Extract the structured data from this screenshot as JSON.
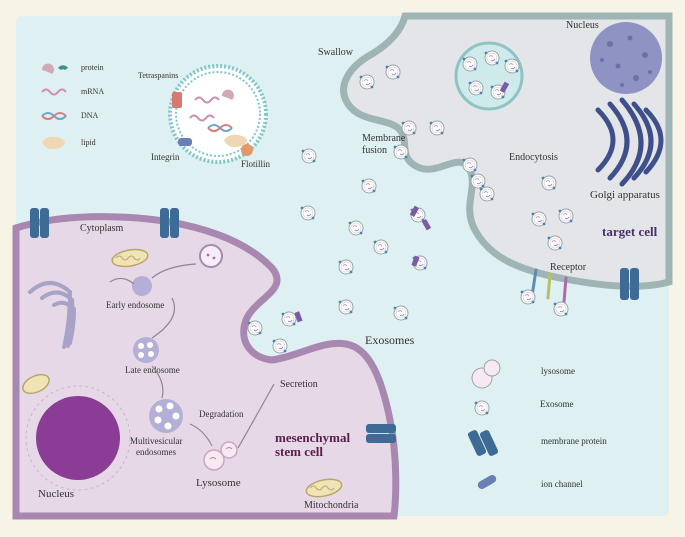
{
  "legend_top": {
    "protein": "protein",
    "mrna": "mRNA",
    "dna": "DNA",
    "lipid": "lipid"
  },
  "exosome_labels": {
    "tetraspanins": "Tetraspanins",
    "integrin": "Integrin",
    "flotillin": "Flotillin"
  },
  "target": {
    "swallow": "Swallow",
    "membrane_fusion_1": "Membrane",
    "membrane_fusion_2": "fusion",
    "endocytosis": "Endocytosis",
    "nucleus": "Nucleus",
    "golgi": "Golgi apparatus",
    "cell": "target cell",
    "receptor": "Receptor"
  },
  "msc": {
    "cytoplasm": "Cytoplasm",
    "early_endosome": "Early endosome",
    "late_endosome": "Late endosome",
    "degradation": "Degradation",
    "mve_1": "Multivesicular",
    "mve_2": "endosomes",
    "lysosome": "Lysosome",
    "secretion": "Secretion",
    "cell_1": "mesenchymal",
    "cell_2": "stem cell",
    "nucleus": "Nucleus",
    "mitochondria": "Mitochondria"
  },
  "exosomes_label": "Exosomes",
  "legend_bottom": {
    "lysosome": "lysosome",
    "exosome": "Exosome",
    "membrane_protein": "membrane protein",
    "ion_channel": "ion channel"
  },
  "colors": {
    "background": "#f7f3e6",
    "extracellular": "#dff0f3",
    "target_cell": "#e3e5e8",
    "target_membrane": "#9fb4b5",
    "msc_cell": "#e7d8e8",
    "msc_membrane": "#a888b0",
    "nucleus_msc": "#8b3d95",
    "nucleus_target": "#8f93c4",
    "golgi": "#3e4f8c",
    "channel": "#3e6a96",
    "exosome_protein": "#7b5aa6"
  }
}
